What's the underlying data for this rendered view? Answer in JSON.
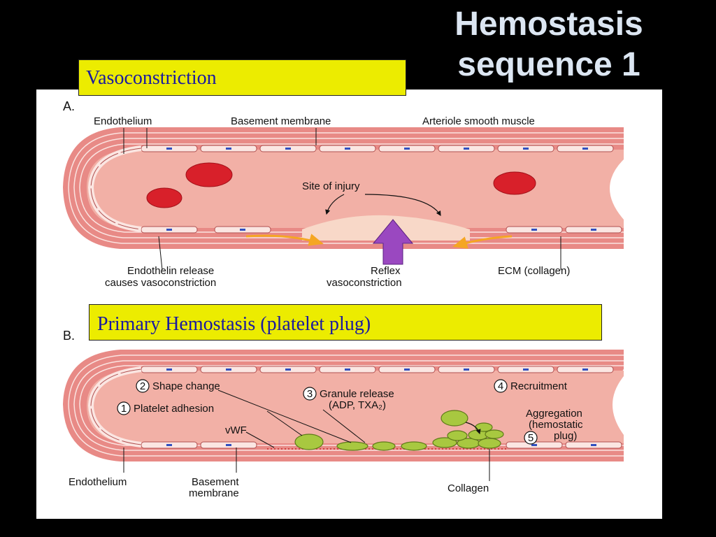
{
  "slide": {
    "title_line1": "Hemostasis",
    "title_line2": "sequence 1",
    "callout_a": "Vasoconstriction",
    "callout_b": "Primary Hemostasis (platelet plug)"
  },
  "figure_a": {
    "letter": "A.",
    "labels": {
      "endothelium": "Endothelium",
      "basement_membrane": "Basement membrane",
      "smooth_muscle": "Arteriole smooth muscle",
      "site_of_injury": "Site of injury",
      "endothelin_1": "Endothelin release",
      "endothelin_2": "causes vasoconstriction",
      "reflex_1": "Reflex",
      "reflex_2": "vasoconstriction",
      "ecm": "ECM (collagen)"
    }
  },
  "figure_b": {
    "letter": "B.",
    "labels": {
      "step2": "Shape change",
      "step1": "Platelet adhesion",
      "step3_1": "Granule release",
      "step3_2": "(ADP, TXA₂)",
      "step4": "Recruitment",
      "aggregation_1": "Aggregation",
      "aggregation_2": "(hemostatic",
      "aggregation_3": "plug)",
      "vwf": "vWF",
      "endothelium": "Endothelium",
      "basement_1": "Basement",
      "basement_2": "membrane",
      "collagen": "Collagen"
    },
    "step_numbers": [
      "1",
      "2",
      "3",
      "4",
      "5"
    ]
  },
  "colors": {
    "background": "#000000",
    "title": "#dce6f2",
    "callout_fill": "#ecec00",
    "callout_text": "#1a1aa0",
    "vessel_wall": "#e88a86",
    "lumen": "#f2b0a6",
    "red_cell": "#d8202a",
    "platelet": "#a8c840",
    "arrow_purple": "#9a48c0",
    "arrow_orange": "#f5a623"
  }
}
